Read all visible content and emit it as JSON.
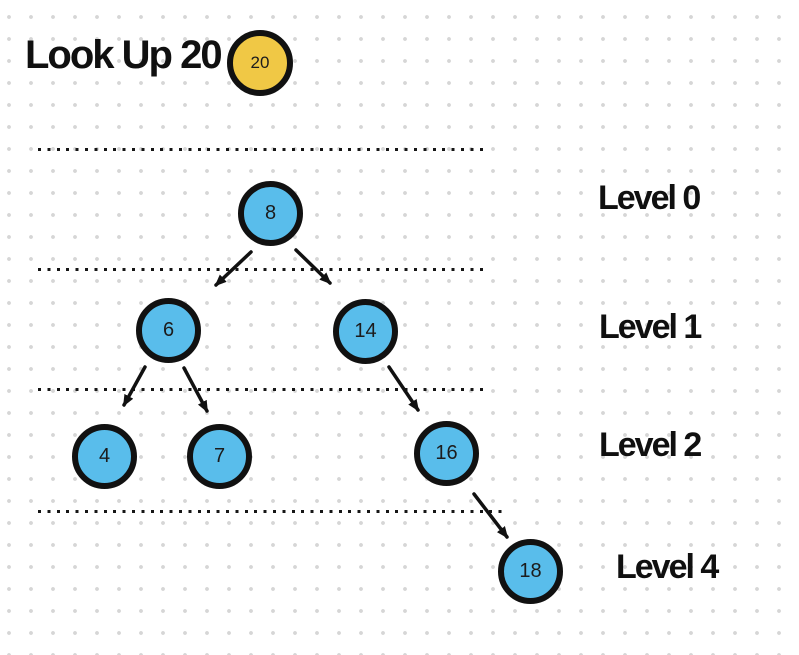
{
  "title": {
    "label": "Look Up 20"
  },
  "target": {
    "value": "20"
  },
  "levels": [
    {
      "label": "Level 0"
    },
    {
      "label": "Level 1"
    },
    {
      "label": "Level 2"
    },
    {
      "label": "Level 4"
    }
  ],
  "tree": {
    "type": "binary-search-tree",
    "nodes": [
      {
        "value": "8",
        "row": 0
      },
      {
        "value": "6",
        "row": 1
      },
      {
        "value": "14",
        "row": 1
      },
      {
        "value": "4",
        "row": 2
      },
      {
        "value": "7",
        "row": 2
      },
      {
        "value": "16",
        "row": 2
      },
      {
        "value": "18",
        "row": 3
      }
    ],
    "edges": [
      {
        "from": "8",
        "to": "6"
      },
      {
        "from": "8",
        "to": "14"
      },
      {
        "from": "6",
        "to": "4"
      },
      {
        "from": "6",
        "to": "7"
      },
      {
        "from": "14",
        "to": "16"
      },
      {
        "from": "16",
        "to": "18"
      }
    ]
  },
  "colors": {
    "node_fill": "#59bdeb",
    "target_fill": "#f0c845",
    "stroke": "#111111",
    "grid_dot": "#d6d6d6"
  }
}
